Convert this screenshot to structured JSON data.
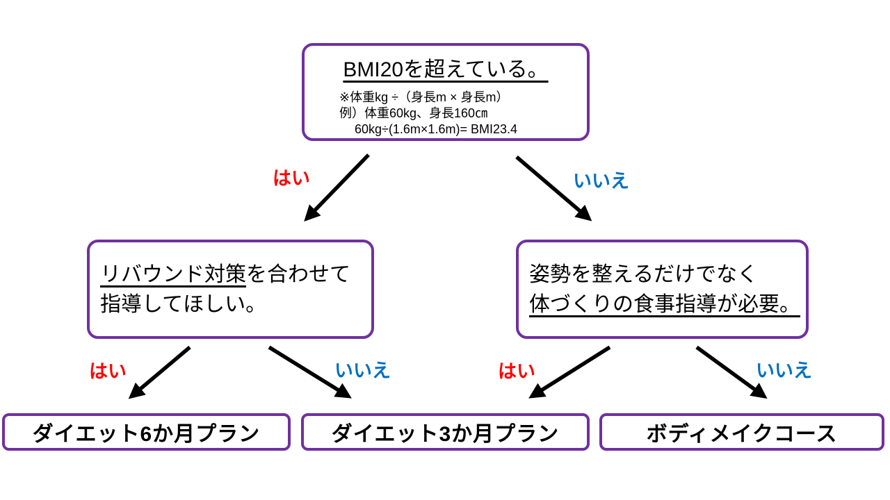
{
  "flowchart": {
    "root": {
      "question": "BMI20を超えている。",
      "note_line1": "※体重kg ÷（身長m × 身長m）",
      "note_line2": "例）体重60kg、身長160㎝",
      "note_line3": "60kg÷(1.6m×1.6m)= BMI23.4"
    },
    "labels": {
      "yes": "はい",
      "no": "いいえ"
    },
    "left_node": {
      "line1_underlined": "リバウンド対策",
      "line1_rest": "を合わせて",
      "line2": "指導してほしい。"
    },
    "right_node": {
      "line1": "姿勢を整えるだけでなく",
      "line2_underlined": "体づくりの食事指導が必要。"
    },
    "outcomes": {
      "left": "ダイエット6か月プラン",
      "middle": "ダイエット3か月プラン",
      "right": "ボディメイクコース"
    },
    "colors": {
      "box_border": "#7030A0",
      "yes_label": "#FF0000",
      "no_label": "#0070C0",
      "arrow": "#000000"
    }
  }
}
